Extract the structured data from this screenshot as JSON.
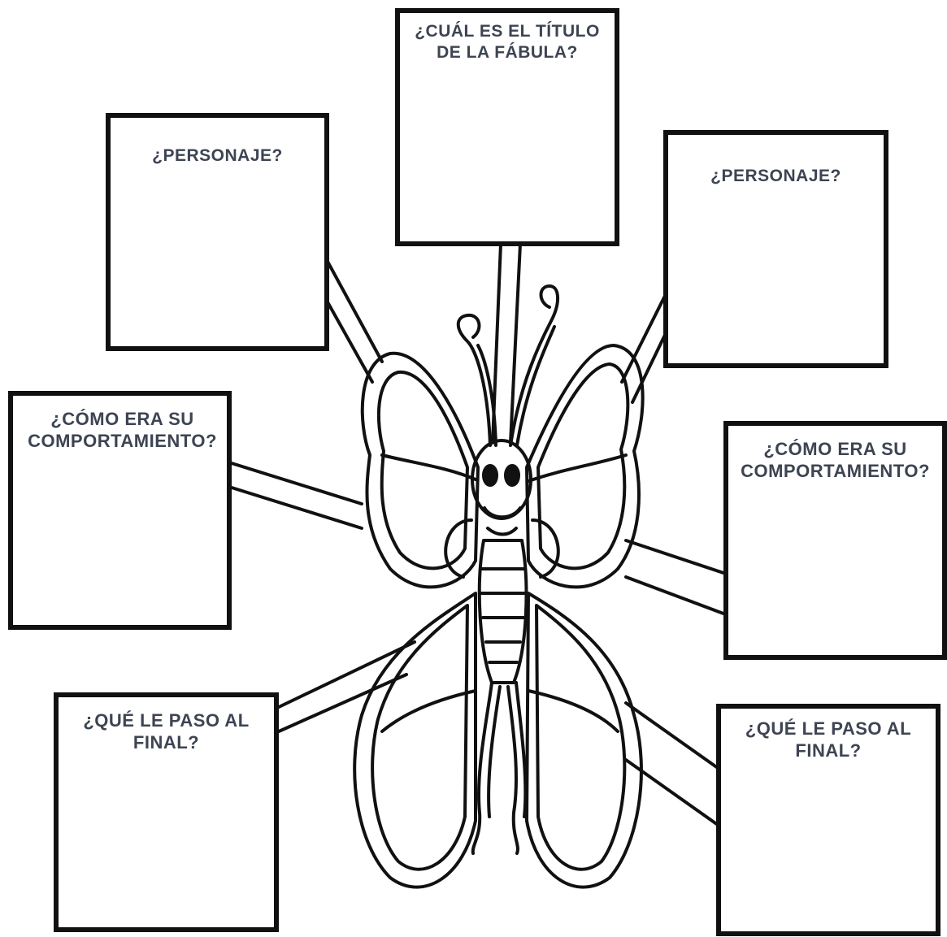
{
  "boxes": {
    "title": {
      "label": "¿CUÁL ES EL TÍTULO\nDE LA FÁBULA?"
    },
    "character_left": {
      "label": "¿PERSONAJE?"
    },
    "character_right": {
      "label": "¿PERSONAJE?"
    },
    "behavior_left": {
      "label": "¿CÓMO ERA SU\nCOMPORTAMIENTO?"
    },
    "behavior_right": {
      "label": "¿CÓMO ERA SU\nCOMPORTAMIENTO?"
    },
    "ending_left": {
      "label": "¿QUÉ LE PASO AL\nFINAL?"
    },
    "ending_right": {
      "label": "¿QUÉ LE PASO AL\nFINAL?"
    }
  },
  "illustration": {
    "subject": "butterfly-icon",
    "line_color": "#111111",
    "label_color": "#3d4452"
  }
}
